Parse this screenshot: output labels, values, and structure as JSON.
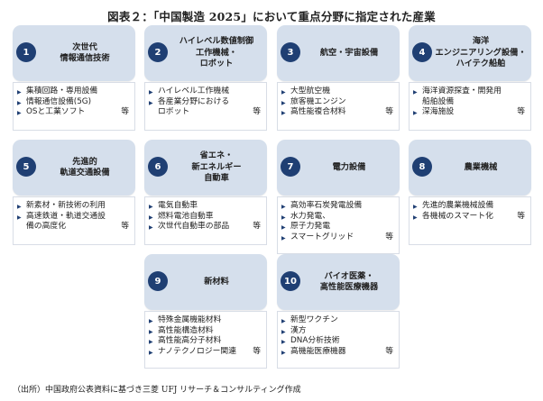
{
  "title": "図表２：「中国製造 2025」において重点分野に指定された産業",
  "cards": [
    {
      "num": "1",
      "title": "次世代\n情報通信技術",
      "items": [
        "集積回路・専用設備",
        "情報通信設備(5G)",
        "OSと工業ソフト"
      ],
      "etc": "等"
    },
    {
      "num": "2",
      "title": "ハイレベル数値制御\n工作機械・\nロボット",
      "items": [
        "ハイレベル工作機械",
        "各産業分野における\nロボット"
      ],
      "etc": "等"
    },
    {
      "num": "3",
      "title": "航空・宇宙設備",
      "items": [
        "大型航空機",
        "旅客機エンジン",
        "高性能複合材料"
      ],
      "etc": "等"
    },
    {
      "num": "4",
      "title": "海洋\nエンジニアリング設備・\nハイテク船舶",
      "items": [
        "海洋資源探査・開発用\n船舶設備",
        "深海施設"
      ],
      "etc": "等"
    },
    {
      "num": "5",
      "title": "先進的\n軌道交通設備",
      "items": [
        "新素材・新技術の利用",
        "高速鉄道・軌道交通設\n備の高度化"
      ],
      "etc": "等"
    },
    {
      "num": "6",
      "title": "省エネ・\n新エネルギー\n自動車",
      "items": [
        "電気自動車",
        "燃料電池自動車",
        "次世代自動車の部品"
      ],
      "etc": "等"
    },
    {
      "num": "7",
      "title": "電力設備",
      "items": [
        "高効率石炭発電設備",
        "水力発電、",
        "原子力発電",
        "スマートグリッド"
      ],
      "etc": "等"
    },
    {
      "num": "8",
      "title": "農業機械",
      "items": [
        "先進的農業機械設備",
        "各機械のスマート化"
      ],
      "etc": "等"
    },
    {
      "num": "9",
      "title": "新材料",
      "items": [
        "特殊金属機能材料",
        "高性能構造材料",
        "高性能高分子材料",
        "ナノテクノロジー関連"
      ],
      "etc": "等"
    },
    {
      "num": "10",
      "title": "バイオ医薬・\n高性能医療機器",
      "items": [
        "新型ワクチン",
        "漢方",
        "DNA分析技術",
        "高機能医療機器"
      ],
      "etc": "等"
    }
  ],
  "source": "（出所）中国政府公表資料に基づき三菱 UFJ リサーチ＆コンサルティング作成",
  "colors": {
    "number_circle": "#1f3f73",
    "card_header": "#d5dfec"
  }
}
